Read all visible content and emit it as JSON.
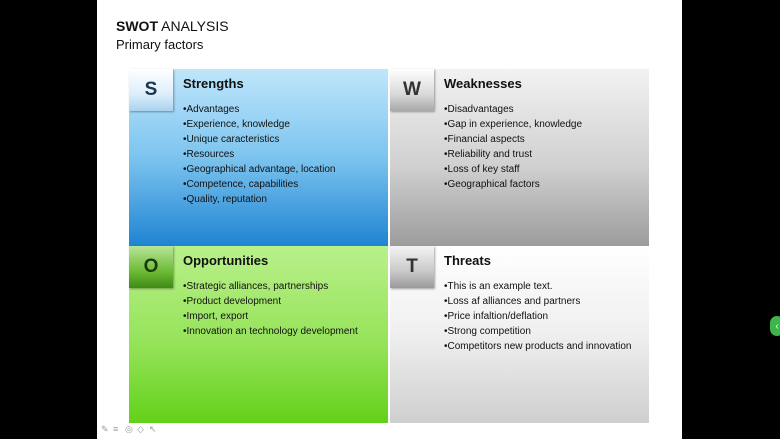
{
  "slide": {
    "title_bold": "SWOT",
    "title_rest": " ANALYSIS",
    "subtitle": "Primary factors"
  },
  "quadrants": [
    {
      "letter": "S",
      "title": "Strengths",
      "items": [
        "•Advantages",
        "•Experience, knowledge",
        "•Unique caracteristics",
        "•Resources",
        "•Geographical advantage, location",
        "•Competence, capabilities",
        "•Quality, reputation"
      ]
    },
    {
      "letter": "W",
      "title": "Weaknesses",
      "items": [
        "•Disadvantages",
        "•Gap in experience, knowledge",
        "•Financial aspects",
        "•Reliability and trust",
        "•Loss of key staff",
        "•Geographical factors"
      ]
    },
    {
      "letter": "O",
      "title": "Opportunities",
      "items": [
        "•Strategic alliances, partnerships",
        "•Product development",
        "•Import, export",
        "•Innovation an technology development"
      ]
    },
    {
      "letter": "T",
      "title": "Threats",
      "items": [
        "•This is an example text.",
        "•Loss af alliances and partners",
        "•Price infaltion/deflation",
        "•Strong competition",
        "•Competitors new products and innovation"
      ]
    }
  ]
}
